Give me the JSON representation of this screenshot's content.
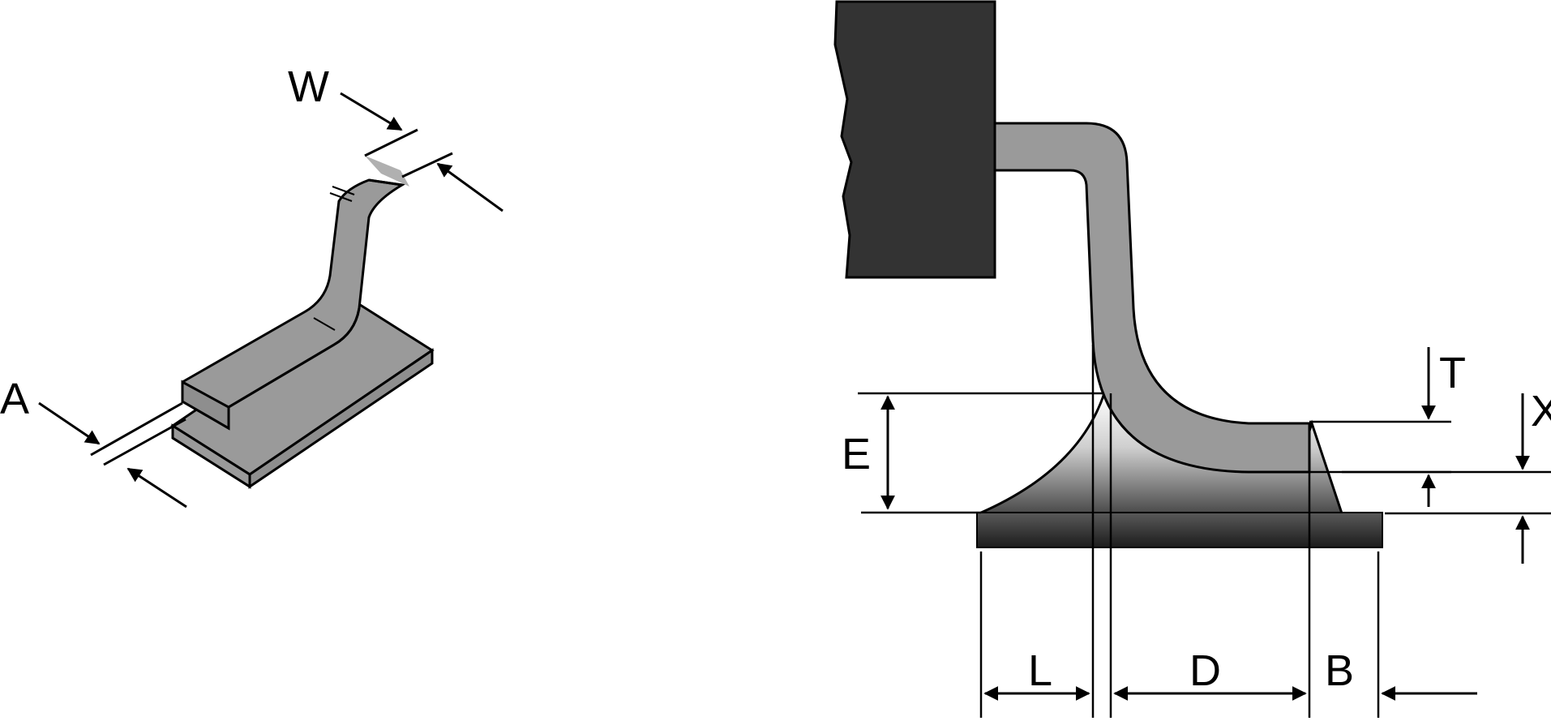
{
  "labels": {
    "w": "W",
    "a": "A",
    "e": "E",
    "t": "T",
    "x": "X",
    "l": "L",
    "d": "D",
    "b": "B"
  },
  "colors": {
    "lead": "#9a9a9a",
    "lead_light": "#b0b0b0",
    "component_body": "#333333",
    "pad": "#2a2a2a",
    "outline": "#000000"
  }
}
